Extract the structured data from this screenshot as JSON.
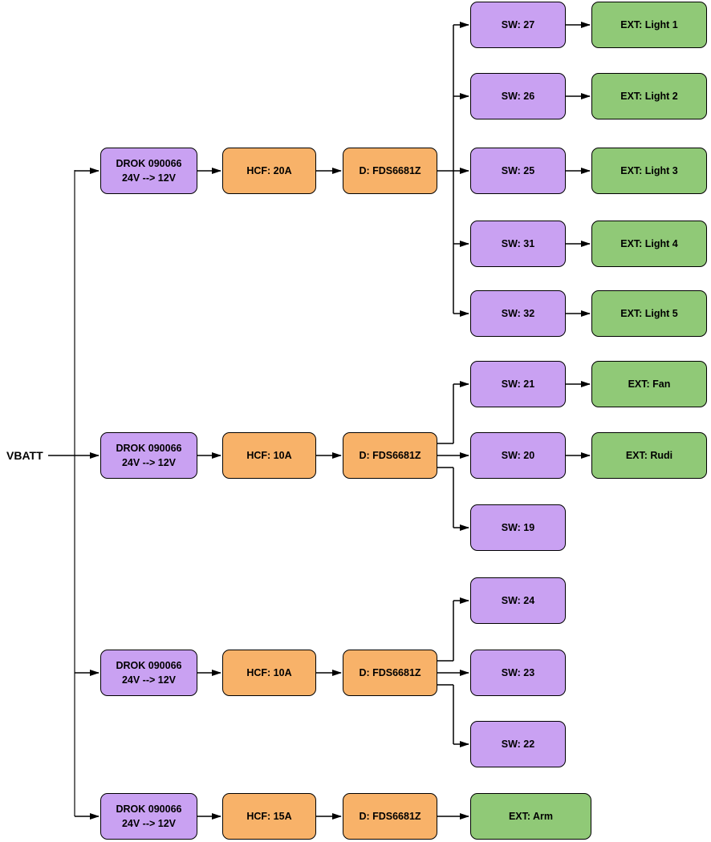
{
  "source_label": "VBATT",
  "colors": {
    "converter_fill": "#C9A1F2",
    "fuse_fill": "#F8B269",
    "driver_fill": "#F8B269",
    "switch_fill": "#C9A1F2",
    "output_fill": "#90C977",
    "node_stroke": "#000000",
    "connector": "#000000",
    "trunk_line": "#6A6A6A",
    "background": "#FFFFFF"
  },
  "branches": [
    {
      "converter_line1": "DROK 090066",
      "converter_line2": "24V --> 12V",
      "fuse": "HCF: 20A",
      "driver": "D: FDS6681Z",
      "switches": [
        {
          "label": "SW: 27",
          "output": "EXT: Light 1"
        },
        {
          "label": "SW: 26",
          "output": "EXT: Light 2"
        },
        {
          "label": "SW: 25",
          "output": "EXT: Light 3"
        },
        {
          "label": "SW: 31",
          "output": "EXT: Light 4"
        },
        {
          "label": "SW: 32",
          "output": "EXT: Light 5"
        }
      ]
    },
    {
      "converter_line1": "DROK 090066",
      "converter_line2": "24V --> 12V",
      "fuse": "HCF: 10A",
      "driver": "D: FDS6681Z",
      "switches": [
        {
          "label": "SW: 21",
          "output": "EXT: Fan"
        },
        {
          "label": "SW: 20",
          "output": "EXT: Rudi"
        },
        {
          "label": "SW: 19"
        }
      ]
    },
    {
      "converter_line1": "DROK 090066",
      "converter_line2": "24V --> 12V",
      "fuse": "HCF: 10A",
      "driver": "D: FDS6681Z",
      "switches": [
        {
          "label": "SW: 24"
        },
        {
          "label": "SW: 23"
        },
        {
          "label": "SW: 22"
        }
      ]
    },
    {
      "converter_line1": "DROK 090066",
      "converter_line2": "24V --> 12V",
      "fuse": "HCF: 15A",
      "driver": "D: FDS6681Z",
      "direct_output": "EXT: Arm"
    }
  ]
}
